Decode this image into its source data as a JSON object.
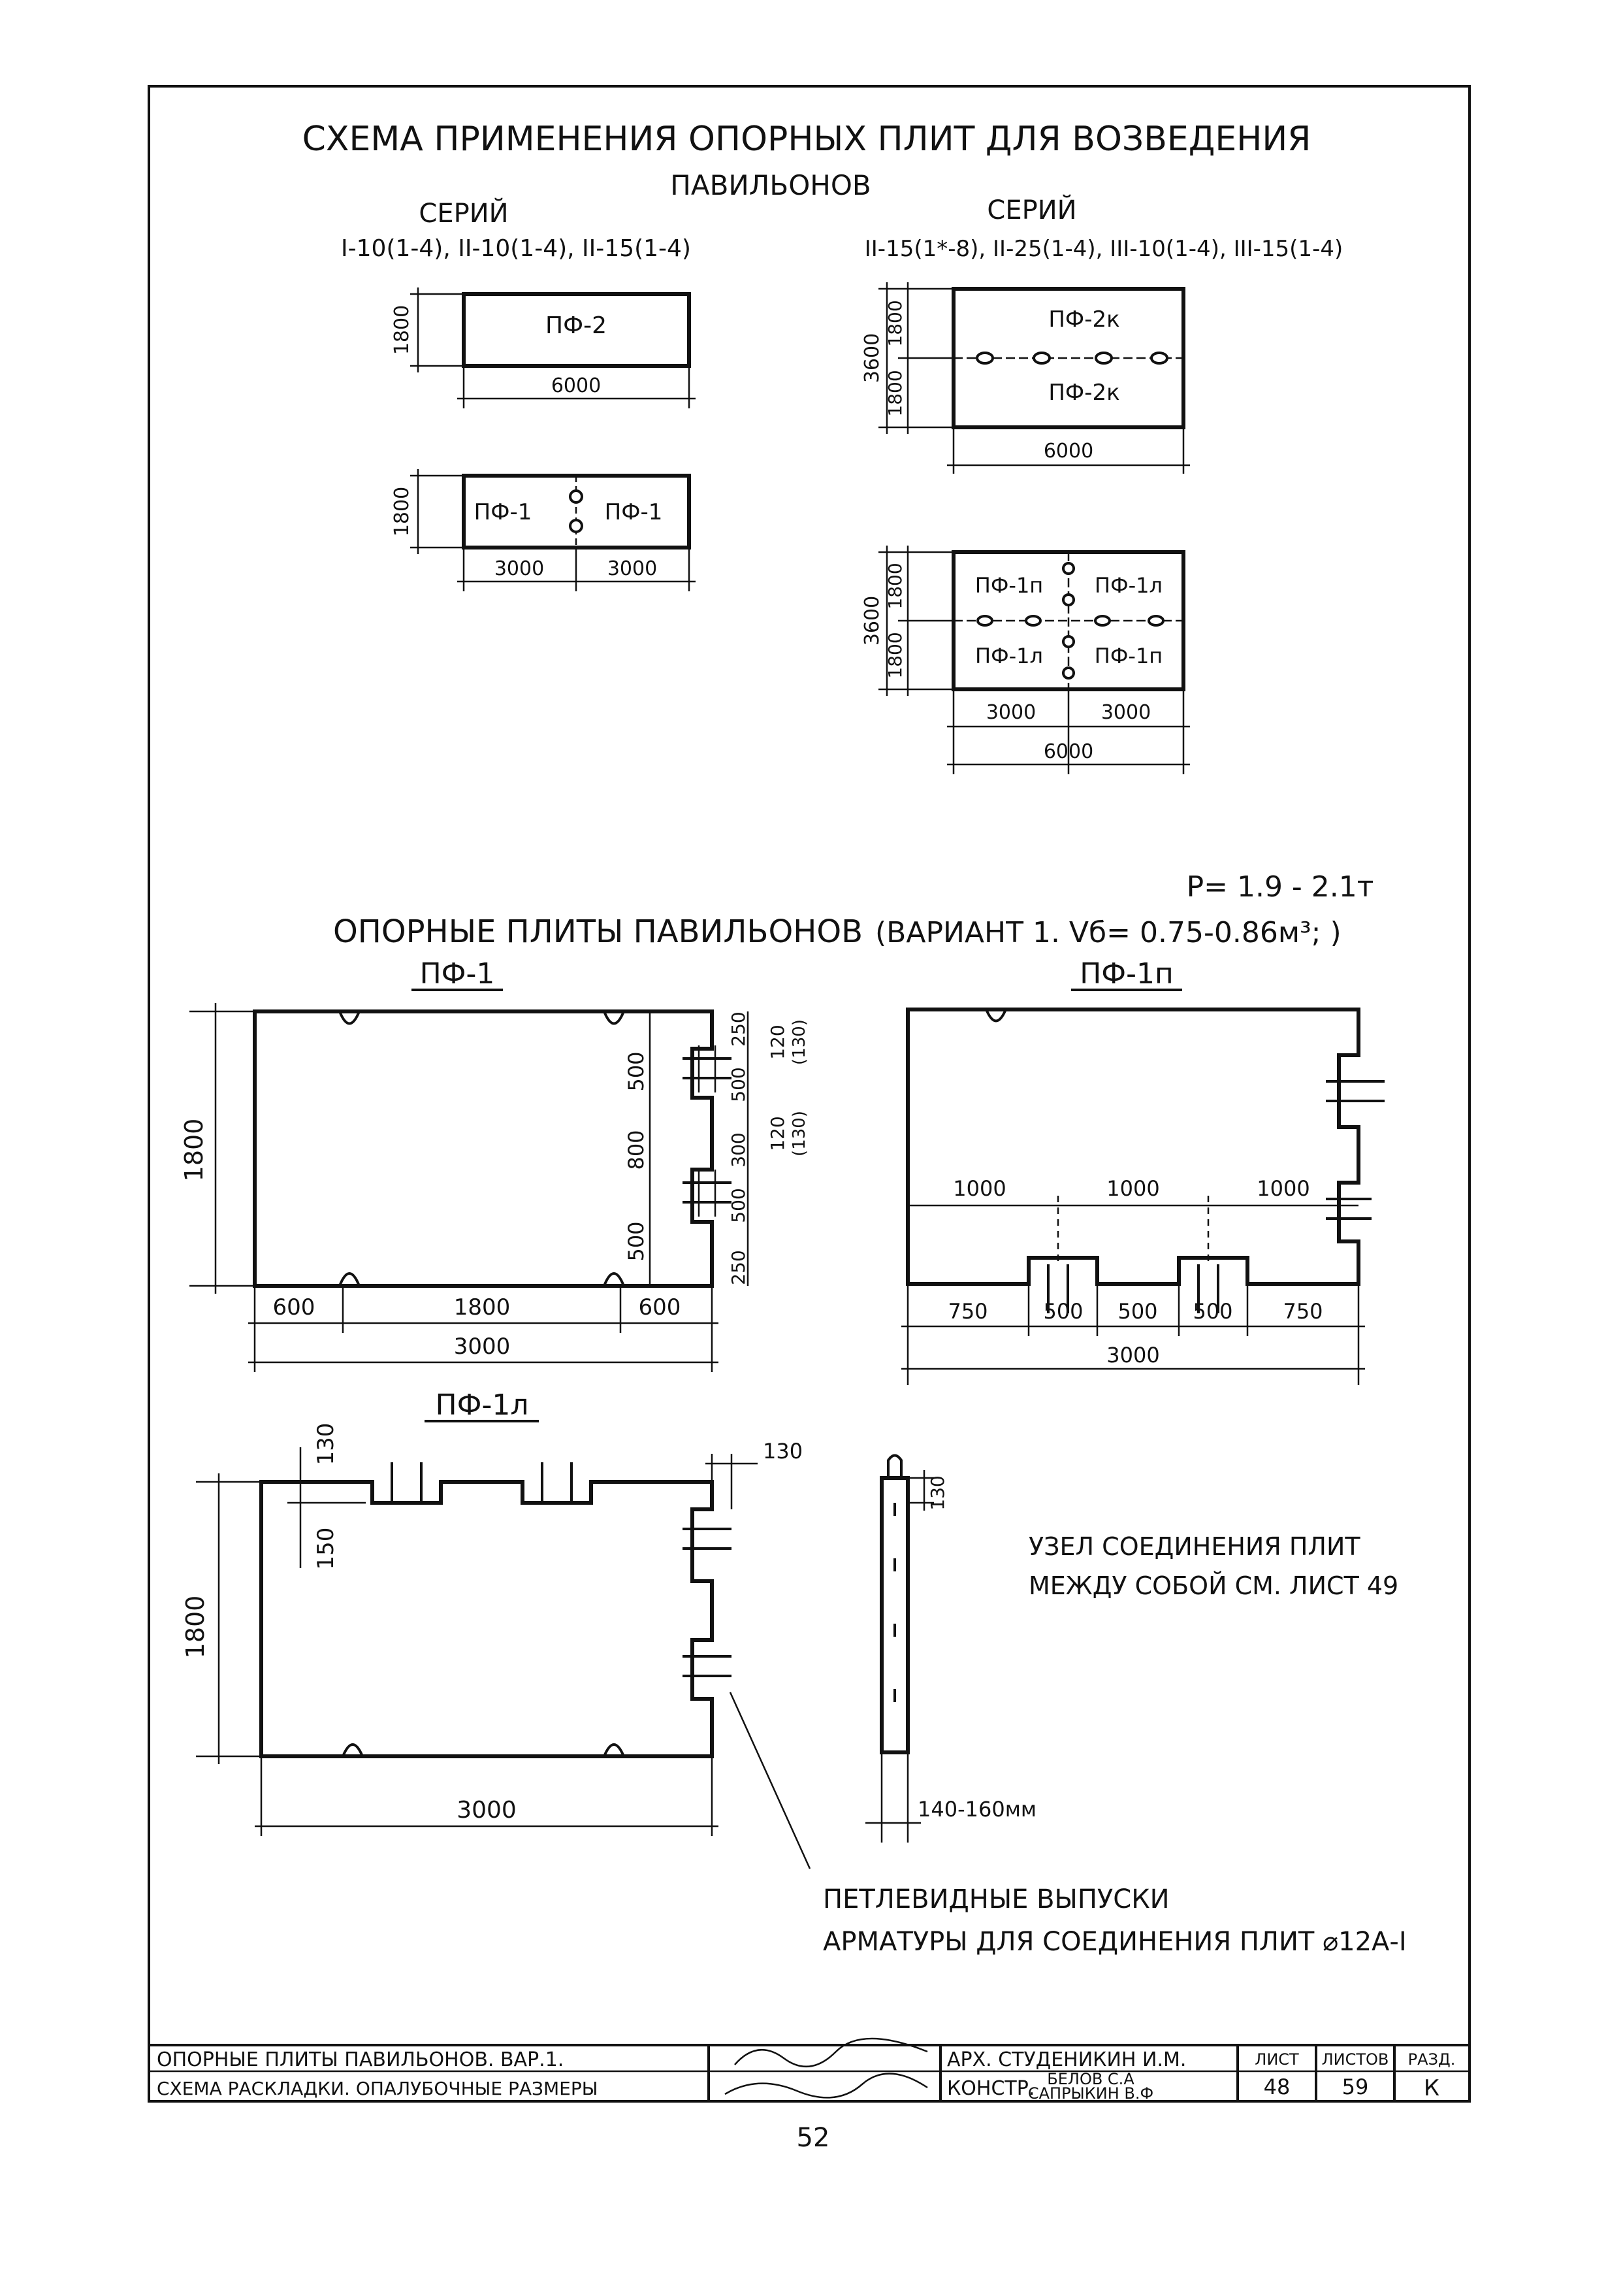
{
  "title": {
    "line1": "СХЕМА ПРИМЕНЕНИЯ ОПОРНЫХ ПЛИТ ДЛЯ ВОЗВЕДЕНИЯ",
    "line2": "ПАВИЛЬОНОВ"
  },
  "series_left": {
    "heading": "СЕРИЙ",
    "list": "I-10(1-4), II-10(1-4), II-15(1-4)"
  },
  "series_right": {
    "heading": "СЕРИЙ",
    "list": "II-15(1*-8), II-25(1-4), III-10(1-4), III-15(1-4)"
  },
  "schemes": {
    "pf2": {
      "label": "ПФ-2",
      "dim_h": "1800",
      "dim_w": "6000"
    },
    "pf1": {
      "label_a": "ПФ-1",
      "label_b": "ПФ-1",
      "dim_h": "1800",
      "dim_a": "3000",
      "dim_b": "3000"
    },
    "pf2k": {
      "label_top": "ПФ-2к",
      "label_bottom": "ПФ-2к",
      "dim_total": "3600",
      "dim_top": "1800",
      "dim_bottom": "1800",
      "dim_w": "6000"
    },
    "pf1mix": {
      "tl": "ПФ-1п",
      "tr": "ПФ-1л",
      "bl": "ПФ-1л",
      "br": "ПФ-1п",
      "dim_total": "3600",
      "dim_top": "1800",
      "dim_bottom": "1800",
      "dim_a": "3000",
      "dim_b": "3000",
      "dim_w": "6000"
    }
  },
  "slabs_section": {
    "title": "ОПОРНЫЕ ПЛИТЫ ПАВИЛЬОНОВ",
    "variant": "(ВАРИАНТ 1. Vб= 0.75-0.86м³; )",
    "weight": "Р= 1.9 - 2.1т"
  },
  "pf1_detail": {
    "label": "ПФ-1",
    "dim_h": "1800",
    "bottom": [
      "600",
      "1800",
      "600"
    ],
    "total": "3000",
    "side": [
      "500",
      "800",
      "500"
    ],
    "side_right": [
      "250",
      "500",
      "300",
      "500",
      "250"
    ],
    "small": [
      "120",
      "(130)",
      "120",
      "(130)"
    ]
  },
  "pf1p_detail": {
    "label": "ПФ-1п",
    "top": [
      "1000",
      "1000",
      "1000"
    ],
    "bottom": [
      "750",
      "500",
      "500",
      "500",
      "750"
    ],
    "total": "3000"
  },
  "pf1l_detail": {
    "label": "ПФ-1л",
    "dim_h": "1800",
    "dim_w": "3000",
    "d130a": "130",
    "d130b": "130",
    "d150": "150"
  },
  "section_detail": {
    "d130": "130",
    "thickness": "140-160мм"
  },
  "notes": {
    "joint_1": "УЗЕЛ СОЕДИНЕНИЯ ПЛИТ",
    "joint_2": "МЕЖДУ СОБОЙ СМ. ЛИСТ 49",
    "loops_1": "ПЕТЛЕВИДНЫЕ ВЫПУСКИ",
    "loops_2": "АРМАТУРЫ ДЛЯ СОЕДИНЕНИЯ ПЛИТ ⌀12А-I"
  },
  "title_block": {
    "name1": "ОПОРНЫЕ ПЛИТЫ ПАВИЛЬОНОВ. ВАР.1.",
    "name2": "СХЕМА РАСКЛАДКИ. ОПАЛУБОЧНЫЕ РАЗМЕРЫ",
    "arch": "АРХ. СТУДЕНИКИН И.М.",
    "konstr": "КОНСТР.",
    "persons": [
      "БЕЛОВ С.А",
      "САПРЫКИН В.Ф"
    ],
    "h_list": "ЛИСТ",
    "h_listov": "ЛИСТОВ",
    "h_razd": "РАЗД.",
    "v_list": "48",
    "v_listov": "59",
    "v_razd": "К"
  },
  "page_number": "52"
}
